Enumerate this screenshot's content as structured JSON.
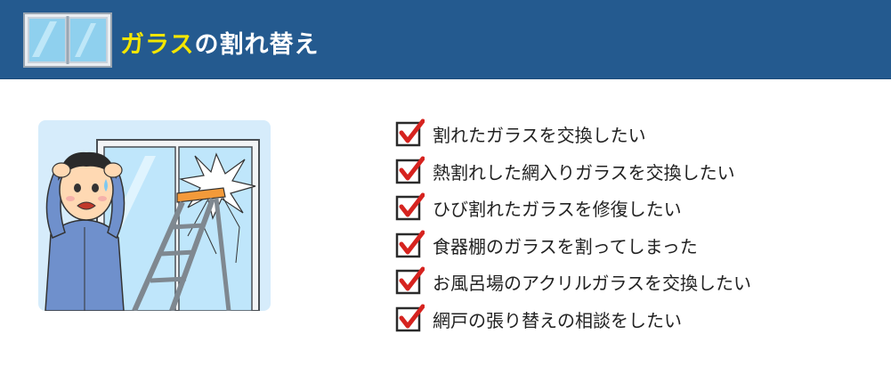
{
  "header": {
    "title_accent": "ガラス",
    "title_rest": "の割れ替え",
    "icon": "sliding-window-icon",
    "colors": {
      "bar": "#245a8f",
      "accent": "#f3e600",
      "title": "#ffffff"
    }
  },
  "illustration": {
    "icon": "worried-man-broken-window-illustration",
    "background": "#d6ecfb"
  },
  "checklist": {
    "icon": "checkmark-box-icon",
    "check_color": "#d6231f",
    "items": [
      {
        "label": "割れたガラスを交換したい"
      },
      {
        "label": "熱割れした網入りガラスを交換したい"
      },
      {
        "label": "ひび割れたガラスを修復したい"
      },
      {
        "label": "食器棚のガラスを割ってしまった"
      },
      {
        "label": "お風呂場のアクリルガラスを交換したい"
      },
      {
        "label": "網戸の張り替えの相談をしたい"
      }
    ]
  }
}
